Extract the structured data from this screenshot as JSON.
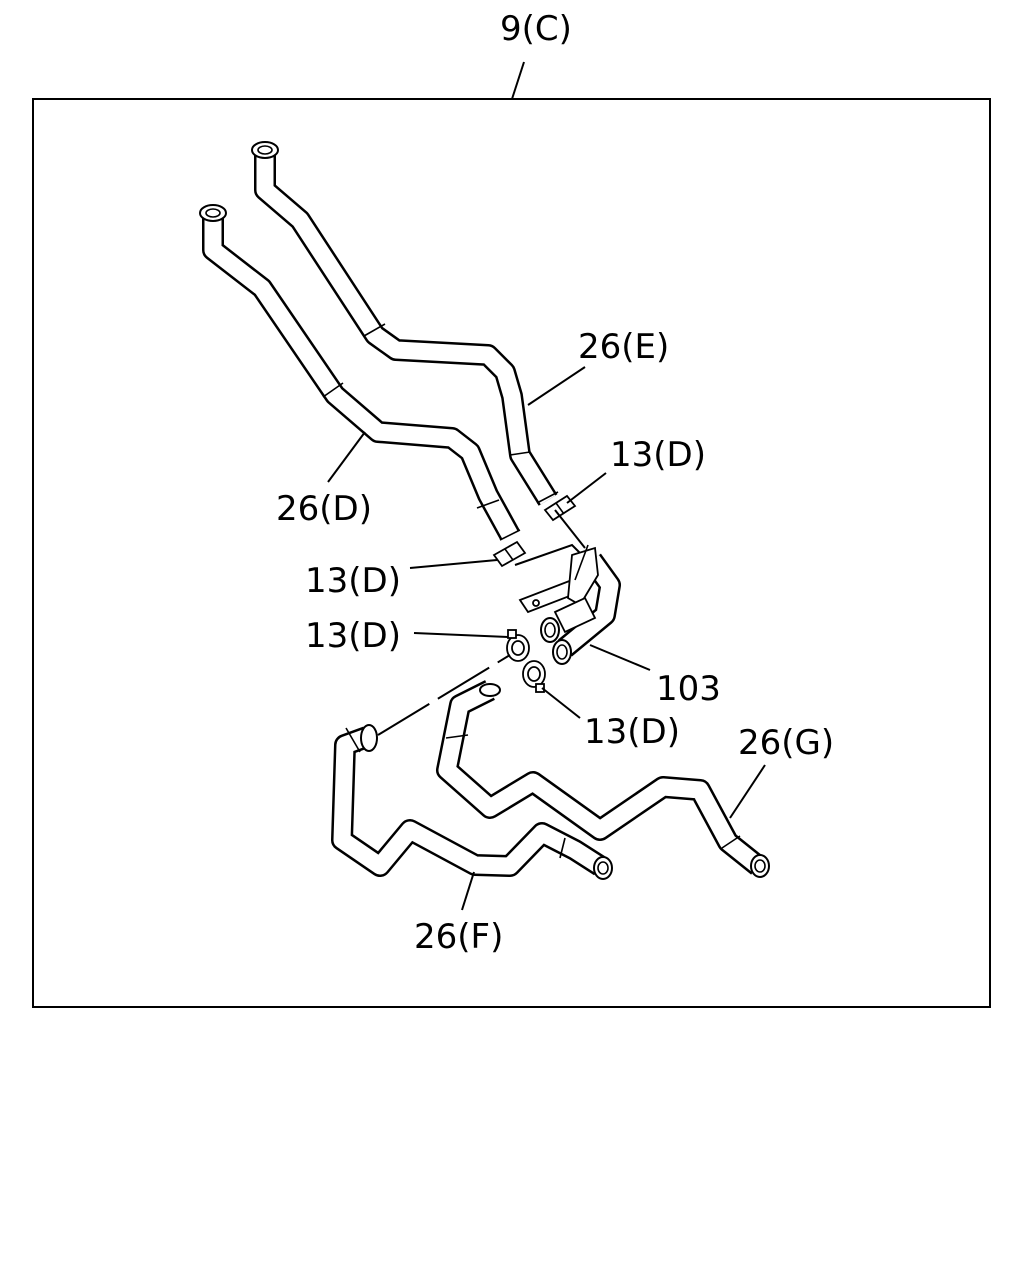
{
  "labels": {
    "top_ref": "9(C)",
    "hose_e": "26(E)",
    "hose_d": "26(D)",
    "clamp_1": "13(D)",
    "clamp_2": "13(D)",
    "clamp_3": "13(D)",
    "clamp_4": "13(D)",
    "valve": "103",
    "hose_g": "26(G)",
    "hose_f": "26(F)"
  }
}
